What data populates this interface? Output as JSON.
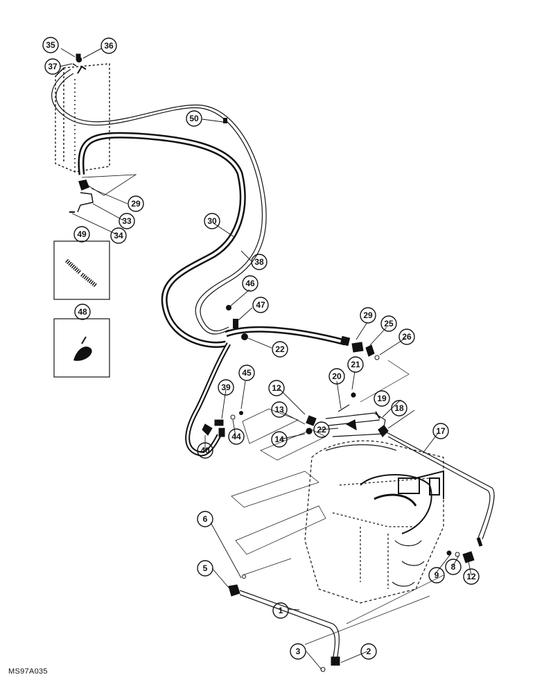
{
  "figure_code": "MS97A035",
  "callouts": [
    "1",
    "2",
    "3",
    "5",
    "6",
    "8",
    "9",
    "12",
    "12",
    "13",
    "14",
    "17",
    "18",
    "19",
    "20",
    "21",
    "22",
    "22",
    "25",
    "26",
    "29",
    "29",
    "30",
    "33",
    "34",
    "35",
    "36",
    "37",
    "38",
    "39",
    "40",
    "44",
    "45",
    "46",
    "47",
    "48",
    "49",
    "50"
  ],
  "colors": {
    "ink": "#111111",
    "background": "#ffffff"
  }
}
